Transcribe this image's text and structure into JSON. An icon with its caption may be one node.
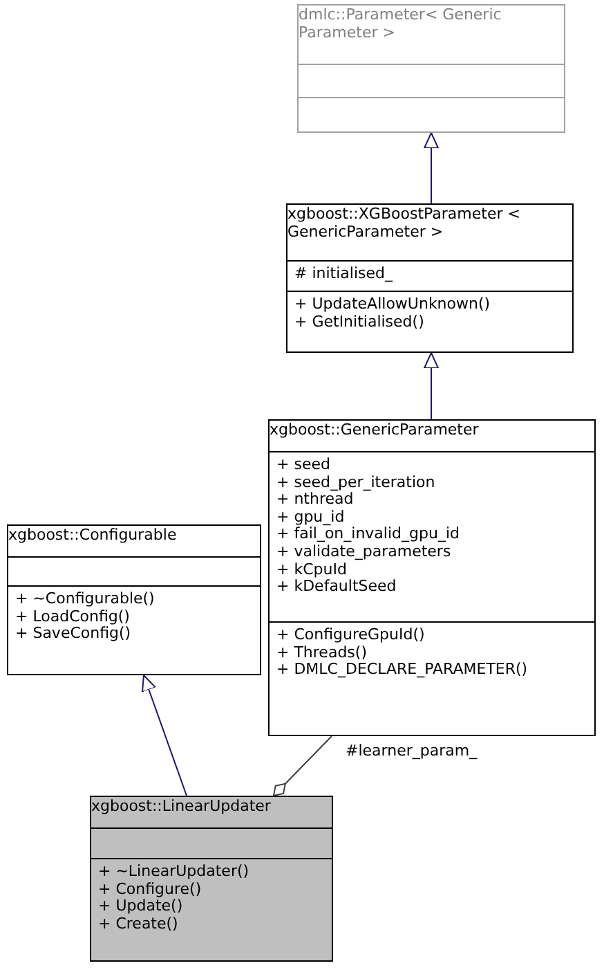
{
  "diagram": {
    "nodes": [
      {
        "text": [
          "dmlc::Parameter< Generic Parameter >"
        ]
      },
      {
        "text": [],
        "shape": "box",
        "in": 0
      },
      {
        "text": [],
        "shape": "box",
        "in": 0
      },
      {
        "text": [
          "xgboost::XGBoostParameter < GenericParameter >"
        ]
      },
      {
        "text": [
          "# initialised_"
        ],
        "in": 3
      },
      {
        "text": [
          "+ UpdateAllowUnknown()",
          "+ GetInitialised()"
        ],
        "in": 3
      },
      {
        "text": [
          "xgboost::GenericParameter"
        ]
      },
      {
        "text": [
          "+ seed",
          "+ seed_per_iteration",
          "+ nthread",
          "+ gpu_id",
          "+ fail_on_invalid_gpu_id",
          "+ validate_parameters",
          "+ kCpuId",
          "+ kDefaultSeed"
        ],
        "in": 6
      },
      {
        "text": [
          "+ ConfigureGpuId()",
          "+ Threads()",
          "+ DMLC_DECLARE_PARAMETER()"
        ],
        "in": 6
      },
      {
        "text": [
          "xgboost::Configurable"
        ]
      },
      {
        "text": [],
        "shape": "box",
        "in": 9
      },
      {
        "text": [
          "+ ~Configurable()",
          "+ LoadConfig()",
          "+ SaveConfig()"
        ],
        "in": 9
      },
      {
        "text": [
          "xgboost::LinearUpdater"
        ]
      },
      {
        "text": [],
        "shape": "box",
        "in": 12
      },
      {
        "text": [
          "+ ~LinearUpdater()",
          "+ Configure()",
          "+ Update()",
          "+ Create()"
        ],
        "in": 12
      }
    ],
    "edges": [
      {
        "from": 3,
        "to": 0,
        "arrow": "to"
      },
      {
        "from": 6,
        "to": 3,
        "arrow": "to"
      },
      {
        "from": 12,
        "to": 9,
        "arrow": "to"
      },
      {
        "from": 6,
        "to": 12,
        "arrow": "other",
        "label": "#learner_param_",
        "color": "#404040"
      }
    ]
  }
}
